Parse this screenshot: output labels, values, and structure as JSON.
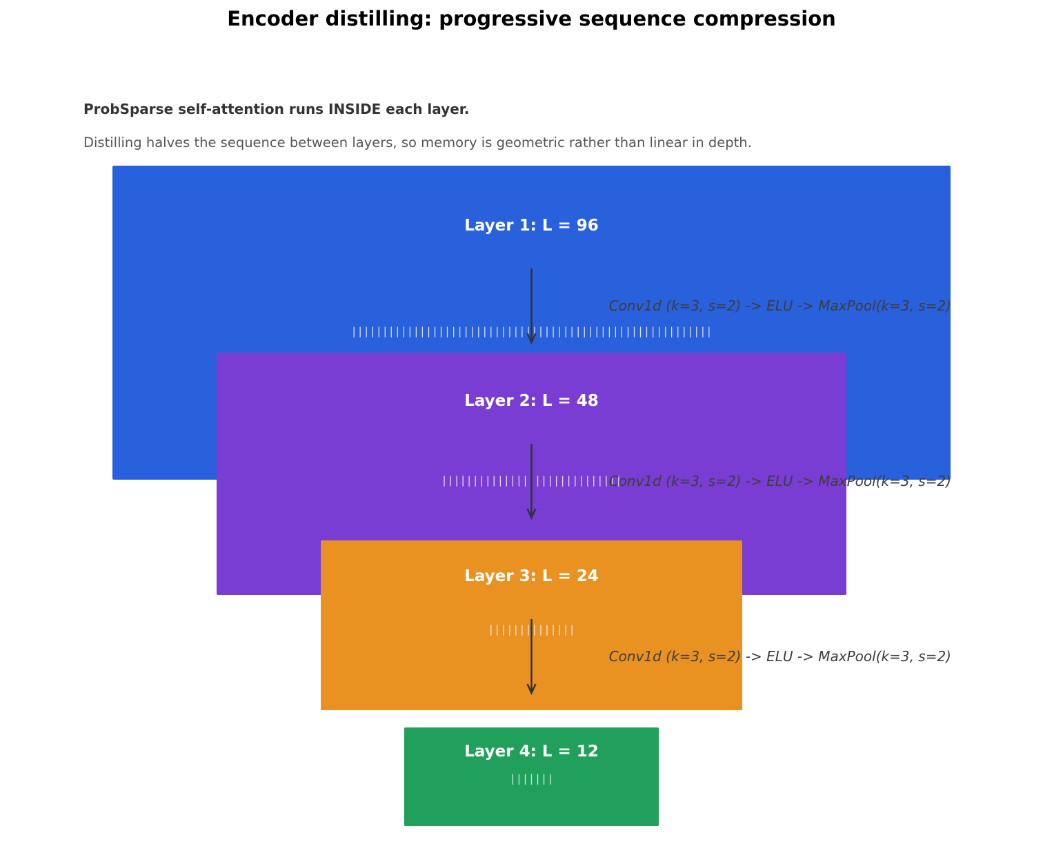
{
  "title": "Encoder distilling: progressive sequence compression",
  "notes": {
    "bold": "ProbSparse self-attention runs INSIDE each layer.",
    "sub": "Distilling halves the sequence between layers, so memory is geometric rather than linear in depth."
  },
  "layers": [
    {
      "label": "Layer 1: L = 96",
      "length": 96,
      "color": "#2961dc"
    },
    {
      "label": "Layer 2: L = 48",
      "length": 48,
      "color": "#7a3dd3"
    },
    {
      "label": "Layer 3: L = 24",
      "length": 24,
      "color": "#e99121"
    },
    {
      "label": "Layer 4: L = 12",
      "length": 12,
      "color": "#20a05a"
    }
  ],
  "operations": [
    {
      "label": "Conv1d (k=3, s=2) -> ELU -> MaxPool(k=3, s=2)"
    },
    {
      "label": "Conv1d (k=3, s=2) -> ELU -> MaxPool(k=3, s=2)"
    },
    {
      "label": "Conv1d (k=3, s=2) -> ELU -> MaxPool(k=3, s=2)"
    }
  ],
  "colors": {
    "arrow": "#333333",
    "op_text": "#3d3d3d"
  }
}
